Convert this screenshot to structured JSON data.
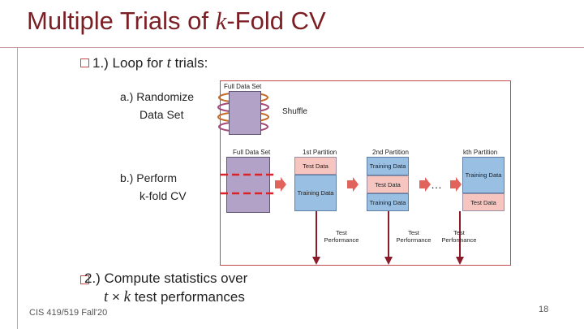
{
  "title": {
    "prefix": "Multiple Trials of ",
    "var": "k",
    "suffix": "-Fold CV"
  },
  "step1": {
    "prefix": "1.) Loop for ",
    "var": "t",
    "suffix": " trials:"
  },
  "step_a": {
    "line1": "a.) Randomize",
    "line2": "Data Set"
  },
  "step_b": {
    "line1": "b.) Perform",
    "line2": "k-fold CV"
  },
  "diagram": {
    "full_data_set_top": "Full Data Set",
    "shuffle": "Shuffle",
    "full_data_set": "Full Data Set",
    "partitions": [
      {
        "header": "1st Partition",
        "test": "Test Data",
        "train": "Training Data",
        "performance": "Test Performance"
      },
      {
        "header": "2nd Partition",
        "train_top": "Training Data",
        "test": "Test Data",
        "train_bottom": "Training Data",
        "performance": "Test Performance"
      },
      {
        "header": "kth Partition",
        "train": "Training Data",
        "test": "Test Data",
        "performance": "Test Performance"
      }
    ],
    "ellipsis": "…"
  },
  "step2": {
    "line1": "2.) Compute statistics over",
    "t": "t",
    "times": " × ",
    "k": "k",
    "suffix": " test performances"
  },
  "footer": "CIS 419/519 Fall'20",
  "page_number": "18",
  "colors": {
    "title": "#7b1f24",
    "accent": "#c24a4f",
    "data_set": "#b3a2c7",
    "test": "#f7c5bf",
    "train": "#99bfe3",
    "arrow": "#e0645b",
    "down_arrow": "#8b1a2a"
  }
}
